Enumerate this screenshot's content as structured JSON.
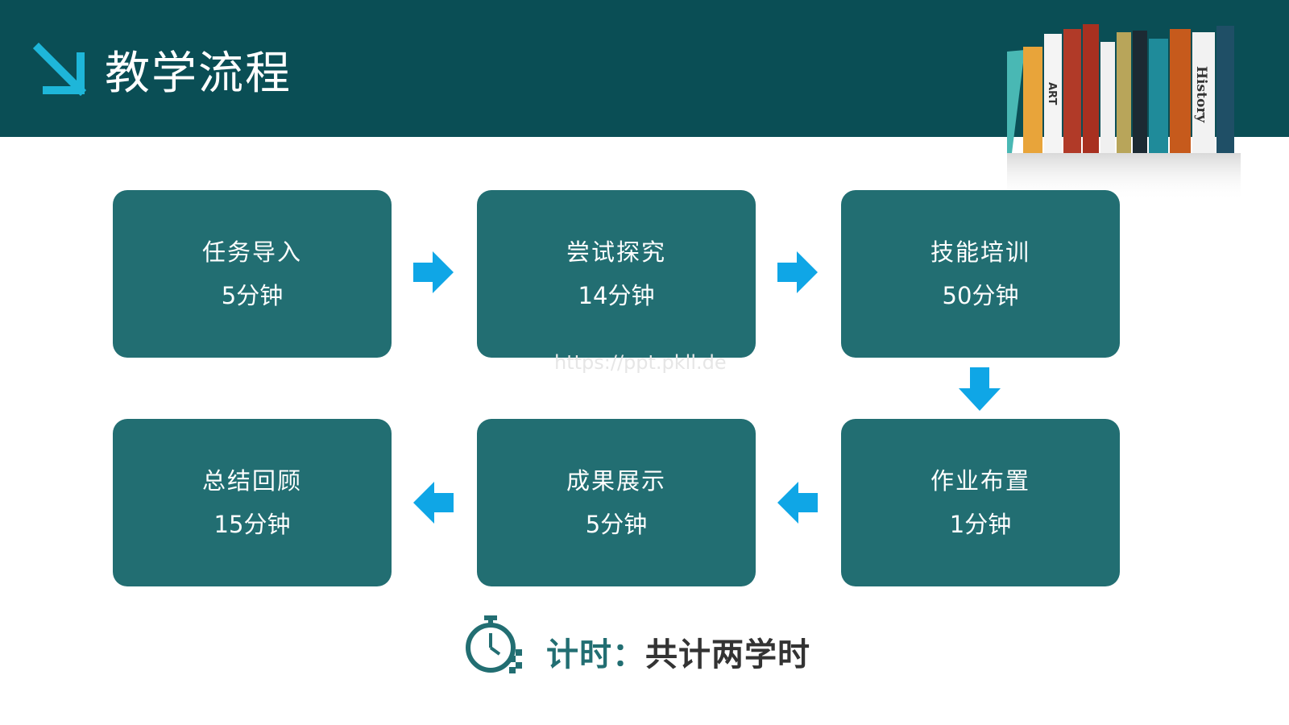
{
  "header": {
    "title": "教学流程",
    "icon": "arrow-down-right-icon",
    "bg_color": "#0a4e55"
  },
  "decoration": {
    "icon": "bookshelf-illustration",
    "book_labels": [
      "ART",
      "History"
    ]
  },
  "flow": {
    "box_color": "#226e72",
    "arrow_color": "#0fa6e6",
    "steps": [
      {
        "title": "任务导入",
        "time": "5分钟"
      },
      {
        "title": "尝试探究",
        "time": "14分钟"
      },
      {
        "title": "技能培训",
        "time": "50分钟"
      },
      {
        "title": "作业布置",
        "time": "1分钟"
      },
      {
        "title": "成果展示",
        "time": "5分钟"
      },
      {
        "title": "总结回顾",
        "time": "15分钟"
      }
    ]
  },
  "watermark": "https://ppt.pkll.de",
  "footer": {
    "icon": "stopwatch-icon",
    "label": "计时：",
    "value": "共计两学时"
  }
}
